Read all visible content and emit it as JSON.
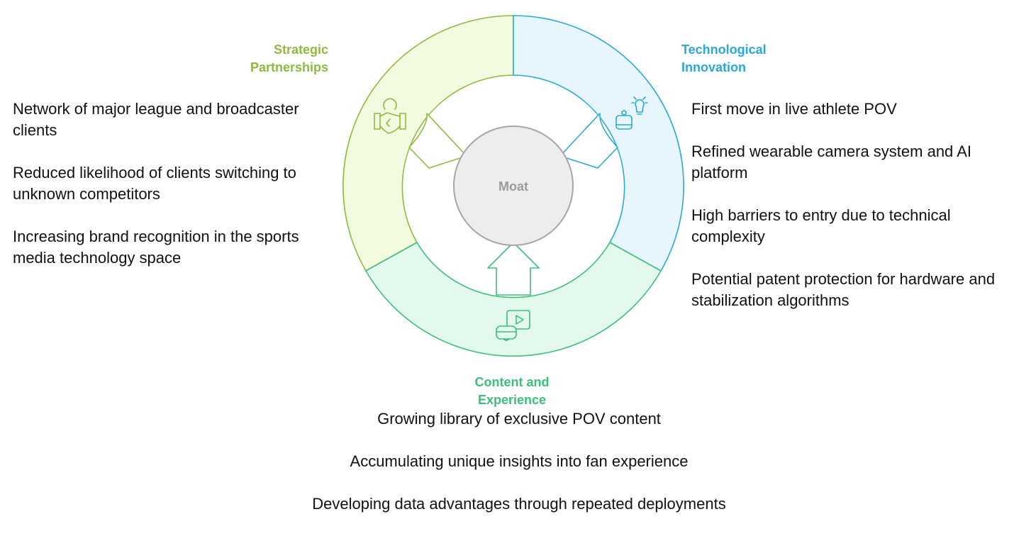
{
  "center_label": "Moat",
  "segments": {
    "strategic": {
      "title": "Strategic\nPartnerships",
      "icon": "handshake-icon",
      "color": "#8fba3c",
      "fill": "#f2fae0",
      "bullets": [
        "Network of major league and broadcaster clients",
        "Reduced likelihood of clients switching to unknown competitors",
        "Increasing brand recognition in the sports media technology space"
      ]
    },
    "technological": {
      "title": "Technological\nInnovation",
      "icon": "robot-lightbulb-icon",
      "color": "#2aa8d8",
      "fill": "#e6f6fc",
      "bullets": [
        "First move in live athlete POV",
        "Refined wearable camera system and AI platform",
        "High barriers to entry due to technical complexity",
        "Potential patent protection for hardware and stabilization algorithms"
      ]
    },
    "content": {
      "title": "Content and\nExperience",
      "icon": "vr-headset-video-icon",
      "color": "#3cbf7c",
      "fill": "#e4f9ee",
      "bullets": [
        "Growing library of exclusive POV content",
        "Accumulating unique insights into fan experience",
        "Developing data advantages through repeated deployments"
      ]
    }
  }
}
